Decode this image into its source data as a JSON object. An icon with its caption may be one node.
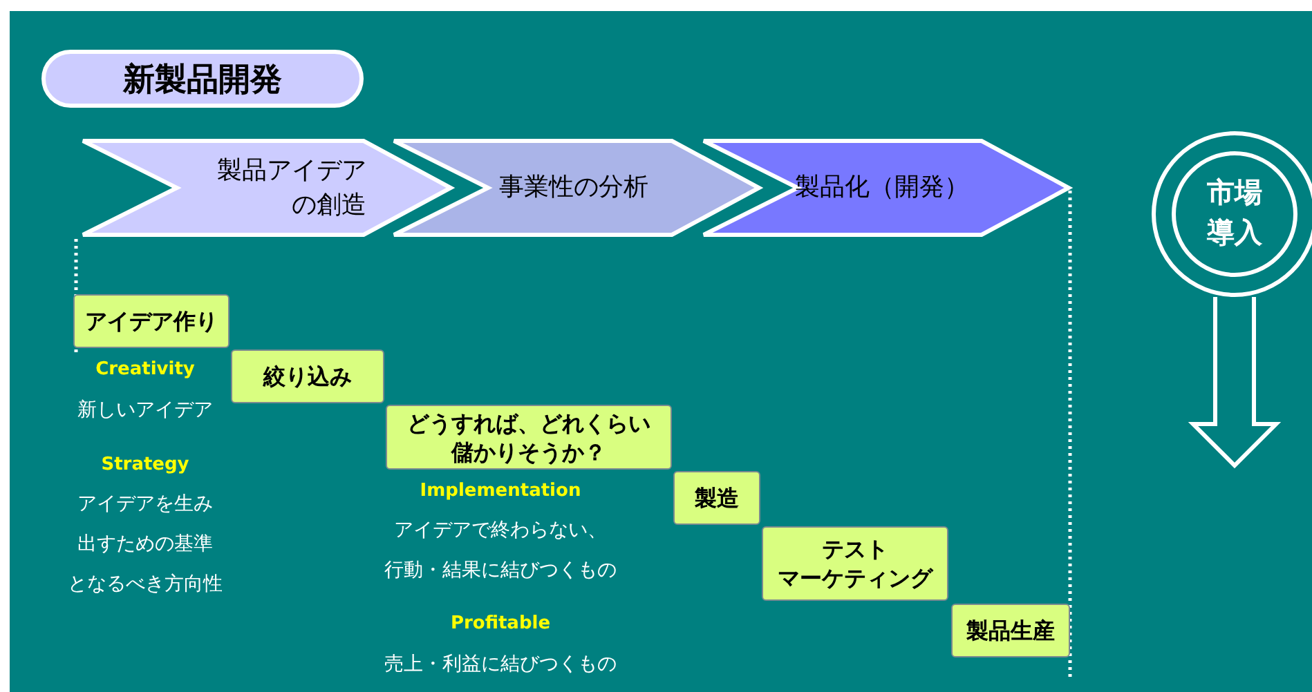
{
  "diagram": {
    "nodes": [
      {
        "text": [
          "新製品開発"
        ]
      },
      {
        "text": [
          "製品アイデアの創造"
        ]
      },
      {
        "text": [
          "事業性の分析"
        ]
      },
      {
        "text": [
          "製品化（開発）"
        ]
      },
      {
        "text": [
          "市場導入"
        ]
      },
      {
        "text": [
          "アイデア作り"
        ]
      },
      {
        "text": [
          "絞り込み"
        ]
      },
      {
        "text": [
          "どうすれば、どれくらい儲かりそうか？"
        ]
      },
      {
        "text": [
          "製造"
        ]
      },
      {
        "text": [
          "テストマーケティング"
        ]
      },
      {
        "text": [
          "製品生産"
        ]
      }
    ],
    "labels": [
      "Creativity",
      "新しいアイデア",
      "Strategy",
      "アイデアを生み出すための基準となるべき方向性",
      "Implementation",
      "アイデアで終わらない、行動・結果に結びつくもの",
      "Profitable",
      "売上・利益に結びつくもの"
    ]
  }
}
